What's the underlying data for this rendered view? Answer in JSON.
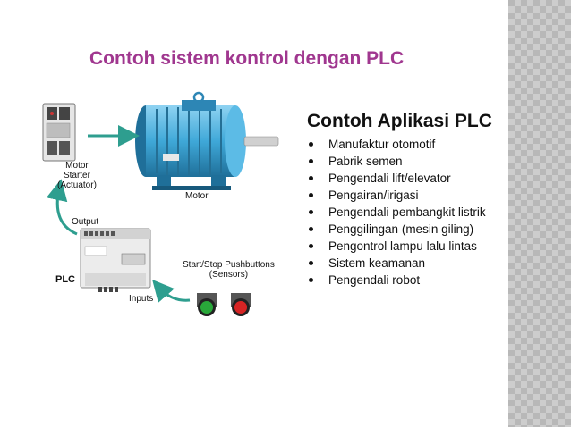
{
  "slide": {
    "title": "Contoh sistem kontrol dengan PLC",
    "accent_color": "#a0378f",
    "motor_color": "#3fa8d8"
  },
  "diagram": {
    "motor_starter_label": "Motor\nStarter\n(Actuator)",
    "motor_label": "Motor",
    "output_label": "Output",
    "inputs_label": "Inputs",
    "plc_label": "PLC",
    "sensors_label": "Start/Stop Pushbuttons\n(Sensors)"
  },
  "applications": {
    "title": "Contoh Aplikasi PLC",
    "items": [
      "Manufaktur otomotif",
      "Pabrik semen",
      "Pengendali lift/elevator",
      "Pengairan/irigasi",
      "Pengendali pembangkit listrik",
      "Penggilingan (mesin giling)",
      "Pengontrol lampu lalu lintas",
      "Sistem keamanan",
      "Pengendali robot"
    ]
  }
}
